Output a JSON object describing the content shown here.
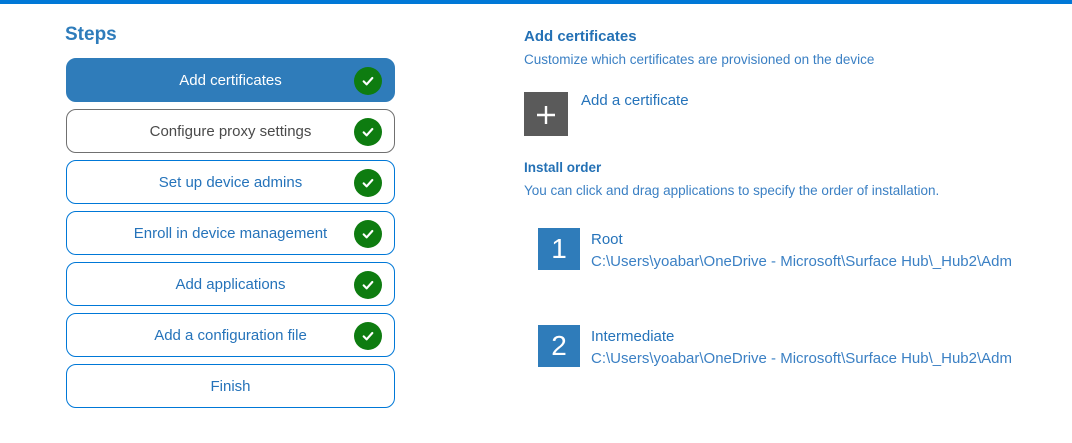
{
  "colors": {
    "accent_blue": "#0078d7",
    "active_step_fill": "#2f7cba",
    "step_text_blue": "#2573ba",
    "muted_step_border": "#707070",
    "muted_step_text": "#4a4a4a",
    "check_green": "#0e7c10",
    "add_tile_gray": "#5a5a5a",
    "heading_blue": "#2471b5",
    "body_blue": "#3b80c4"
  },
  "sidebar": {
    "title": "Steps",
    "steps": [
      {
        "label": "Add certificates",
        "state": "active",
        "checked": true,
        "check_state": ""
      },
      {
        "label": "Configure proxy settings",
        "state": "muted",
        "checked": true,
        "check_state": ""
      },
      {
        "label": "Set up device admins",
        "state": "",
        "checked": true,
        "check_state": ""
      },
      {
        "label": "Enroll in device management",
        "state": "",
        "checked": true,
        "check_state": ""
      },
      {
        "label": "Add applications",
        "state": "",
        "checked": true,
        "check_state": ""
      },
      {
        "label": "Add a configuration file",
        "state": "",
        "checked": true,
        "check_state": ""
      },
      {
        "label": "Finish",
        "state": "",
        "checked": false,
        "check_state": "unchecked"
      }
    ]
  },
  "main": {
    "heading": "Add certificates",
    "subheading": "Customize which certificates are provisioned on the device",
    "add_certificate": {
      "label": "Add a certificate",
      "icon": "plus-icon"
    },
    "install_order": {
      "heading": "Install order",
      "instructions": "You can click and drag applications to specify the order of installation.",
      "items": [
        {
          "order": "1",
          "name": "Root",
          "path": "C:\\Users\\yoabar\\OneDrive - Microsoft\\Surface Hub\\_Hub2\\Adm"
        },
        {
          "order": "2",
          "name": "Intermediate",
          "path": "C:\\Users\\yoabar\\OneDrive - Microsoft\\Surface Hub\\_Hub2\\Adm"
        }
      ]
    }
  }
}
